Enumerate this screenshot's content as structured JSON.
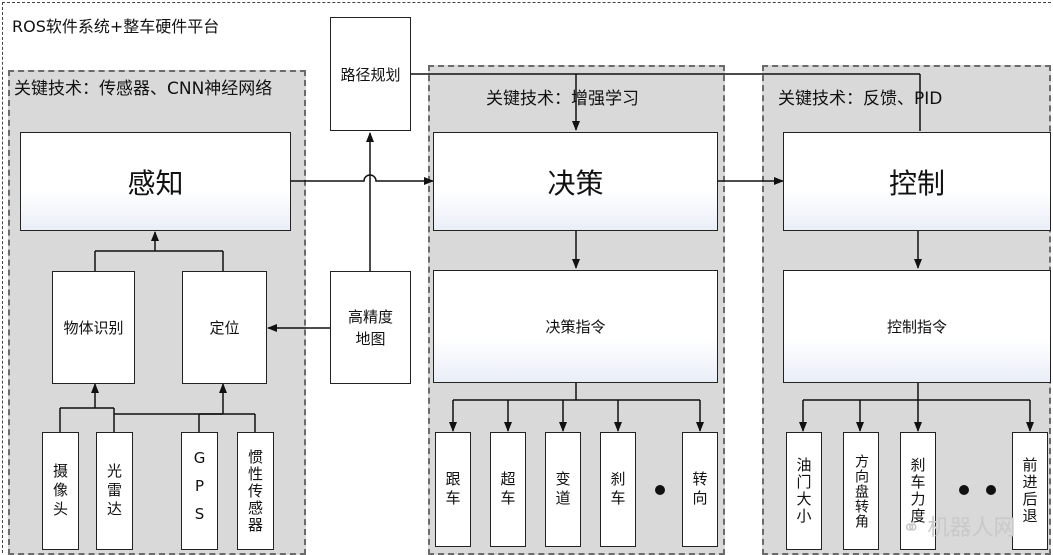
{
  "title": "ROS软件系统+整车硬件平台",
  "panels": {
    "perception": {
      "tech": "关键技术：传感器、CNN神经网络"
    },
    "decision": {
      "tech": "关键技术：增强学习"
    },
    "control": {
      "tech": "关键技术：反馈、PID"
    }
  },
  "nodes": {
    "path_planning": "路径规划",
    "perception": "感知",
    "decision": "决策",
    "control": "控制",
    "object_recognition": "物体识别",
    "localization": "定位",
    "hd_map": "高精度地图",
    "decision_cmd": "决策指令",
    "control_cmd": "控制指令"
  },
  "sensors": [
    "摄像头",
    "光雷达",
    "GPS",
    "惯性传感器"
  ],
  "decision_outputs": [
    "跟车",
    "超车",
    "变道",
    "刹车",
    "转向"
  ],
  "control_outputs": [
    "油门大小",
    "方向盘转角",
    "刹车力度",
    "前进后退"
  ],
  "watermark": "机器人网",
  "colors": {
    "panel": "#d9d9d9",
    "border": "#222222"
  }
}
